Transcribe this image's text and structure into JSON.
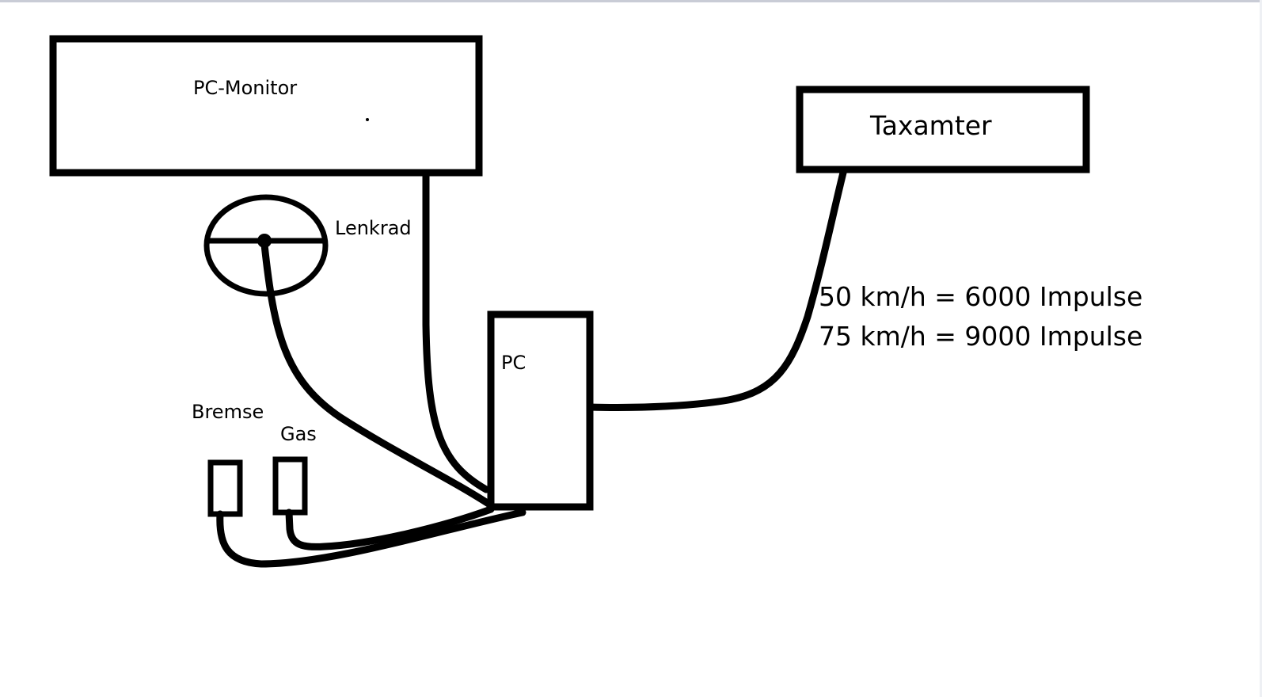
{
  "diagram": {
    "monitor_label": "PC-Monitor",
    "taxameter_label": "Taxamter",
    "steering_label": "Lenkrad",
    "pc_label": "PC",
    "brake_label": "Bremse",
    "gas_label": "Gas",
    "notes": [
      "50 km/h = 6000 Impulse",
      "75 km/h = 9000 Impulse"
    ]
  }
}
